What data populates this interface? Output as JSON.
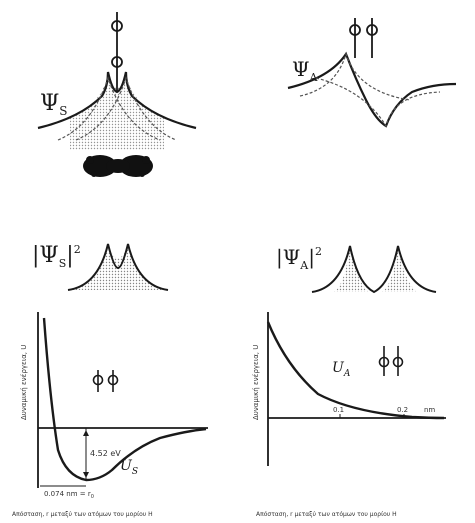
{
  "panels": {
    "psi_s": {
      "symbol": "Ψ",
      "subscript": "S"
    },
    "psi_a": {
      "symbol": "Ψ",
      "subscript": "A"
    },
    "psi_s_sq": {
      "symbol": "|Ψ",
      "subscript": "S",
      "bracket": "|",
      "power": "2"
    },
    "psi_a_sq": {
      "symbol": "|Ψ",
      "subscript": "A",
      "bracket": "|",
      "power": "2"
    }
  },
  "left_graph": {
    "ylabel": "Δυναμική ενέργεια, U",
    "curve_label": "U",
    "curve_label_sub": "S",
    "annotation_energy": "4.52 eV",
    "annotation_distance": "0.074 nm = r",
    "annotation_distance_sub": "0",
    "xlabel": "Απόσταση, r μεταξύ των ατόμων του μορίου H"
  },
  "right_graph": {
    "ylabel": "Δυναμική ενέργεια, U",
    "curve_label": "U",
    "curve_label_sub": "A",
    "tick_1": "0.1",
    "tick_2": "0.2",
    "unit": "nm",
    "xlabel": "Απόσταση, r μεταξύ των ατόμων του μορίου H"
  },
  "colors": {
    "ink": "#1a1a1a",
    "shade": "#9a9a9a",
    "blob": "#111111"
  }
}
